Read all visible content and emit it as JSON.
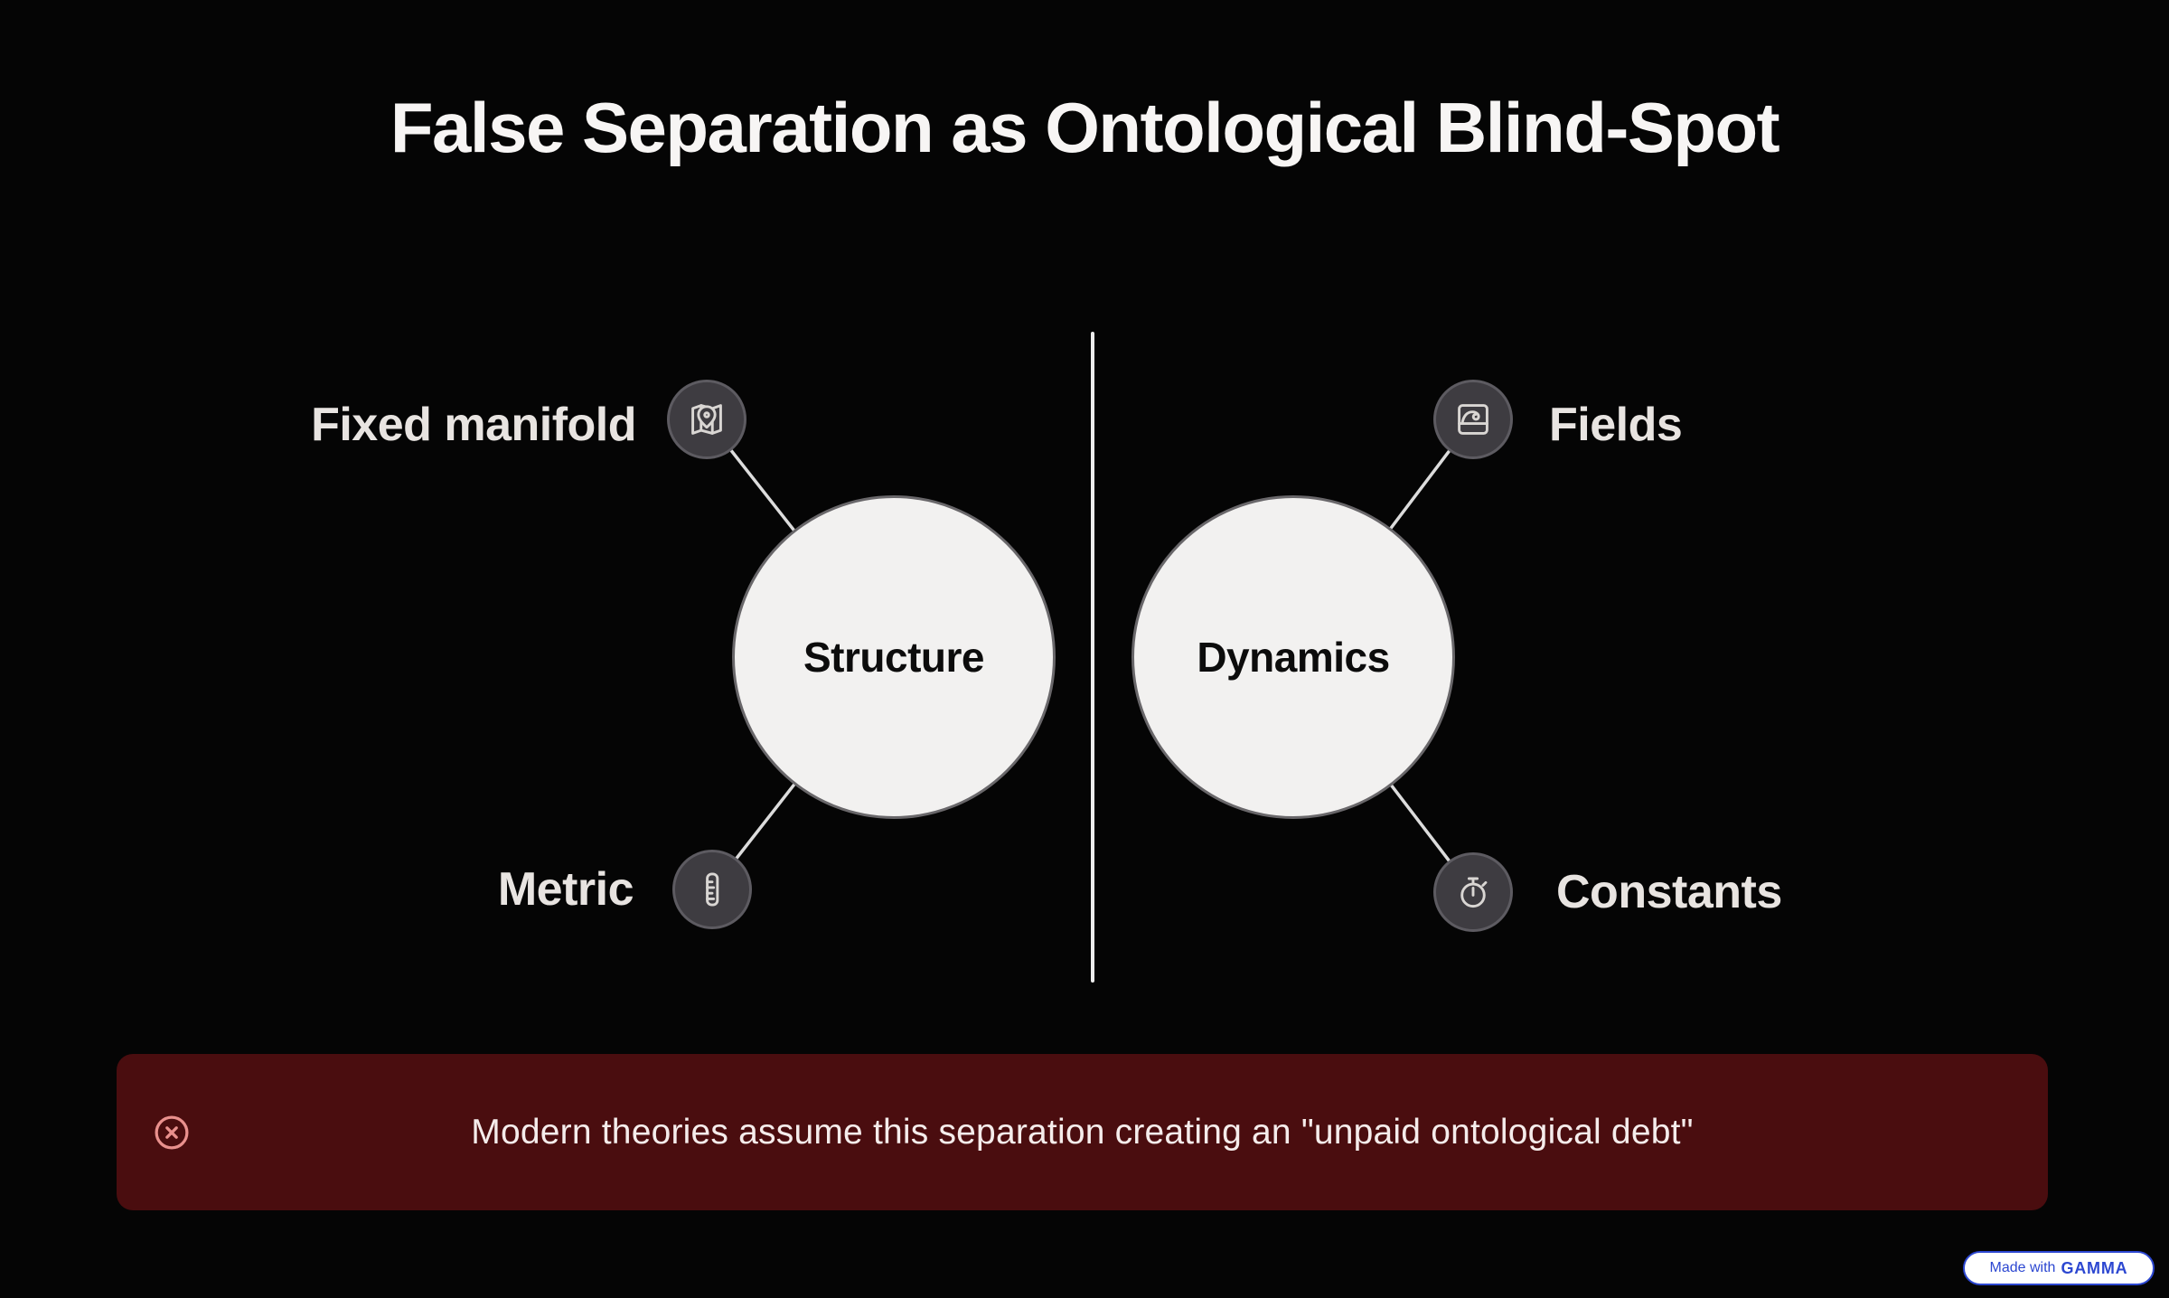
{
  "title": "False Separation as Ontological Blind-Spot",
  "colors": {
    "background": "#050505",
    "title_text": "#f7f5f4",
    "node_label_text": "#e8e4e1",
    "circle_fill": "#f2f1f0",
    "circle_border": "#69676a",
    "circle_text": "#0c0c0c",
    "icon_badge_fill": "#3e3c41",
    "icon_badge_border": "#5d5b61",
    "icon_glyph": "#d9d6d3",
    "connector_line": "#dcdcdc",
    "divider_line": "#ededed",
    "banner_background": "#4a0d0f",
    "banner_text": "#f5eceb",
    "banner_icon": "#e9908d",
    "badge_background": "#ffffff",
    "badge_blue": "#2c47d1"
  },
  "diagram": {
    "left_circle": {
      "label": "Structure"
    },
    "right_circle": {
      "label": "Dynamics"
    },
    "nodes": [
      {
        "label": "Fixed manifold",
        "icon": "map-pin-icon",
        "side": "left",
        "position": "top"
      },
      {
        "label": "Metric",
        "icon": "ruler-icon",
        "side": "left",
        "position": "bottom"
      },
      {
        "label": "Fields",
        "icon": "wave-icon",
        "side": "right",
        "position": "top"
      },
      {
        "label": "Constants",
        "icon": "stopwatch-icon",
        "side": "right",
        "position": "bottom"
      }
    ]
  },
  "banner": {
    "icon": "x-circle-icon",
    "text": "Modern theories assume this separation creating an \"unpaid ontological debt\""
  },
  "badge": {
    "prefix": "Made with",
    "brand": "GAMMA"
  }
}
